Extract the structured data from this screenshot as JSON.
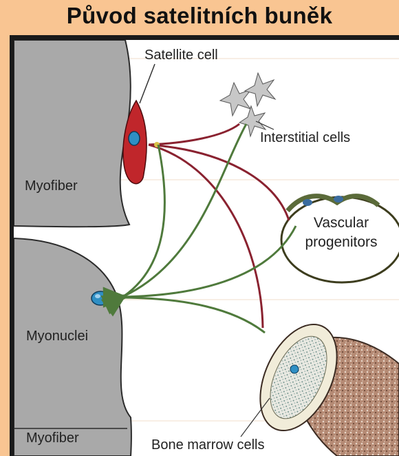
{
  "title": "Původ satelitních buněk",
  "labels": {
    "satellite_cell": "Satellite cell",
    "interstitial_cells": "Interstitial cells",
    "myofiber_top": "Myofiber",
    "vascular_progenitors_line1": "Vascular",
    "vascular_progenitors_line2": "progenitors",
    "myonuclei": "Myonuclei",
    "myofiber_bottom": "Myofiber",
    "bone_marrow_cells": "Bone marrow cells"
  },
  "colors": {
    "background": "#f9c592",
    "frame": "#1a1a1a",
    "myofiber": "#a9a9a9",
    "satellite": "#c0262b",
    "nucleus": "#2f8fc4",
    "green_arrow": "#4f7a3c",
    "red_arrow": "#8a2230"
  }
}
